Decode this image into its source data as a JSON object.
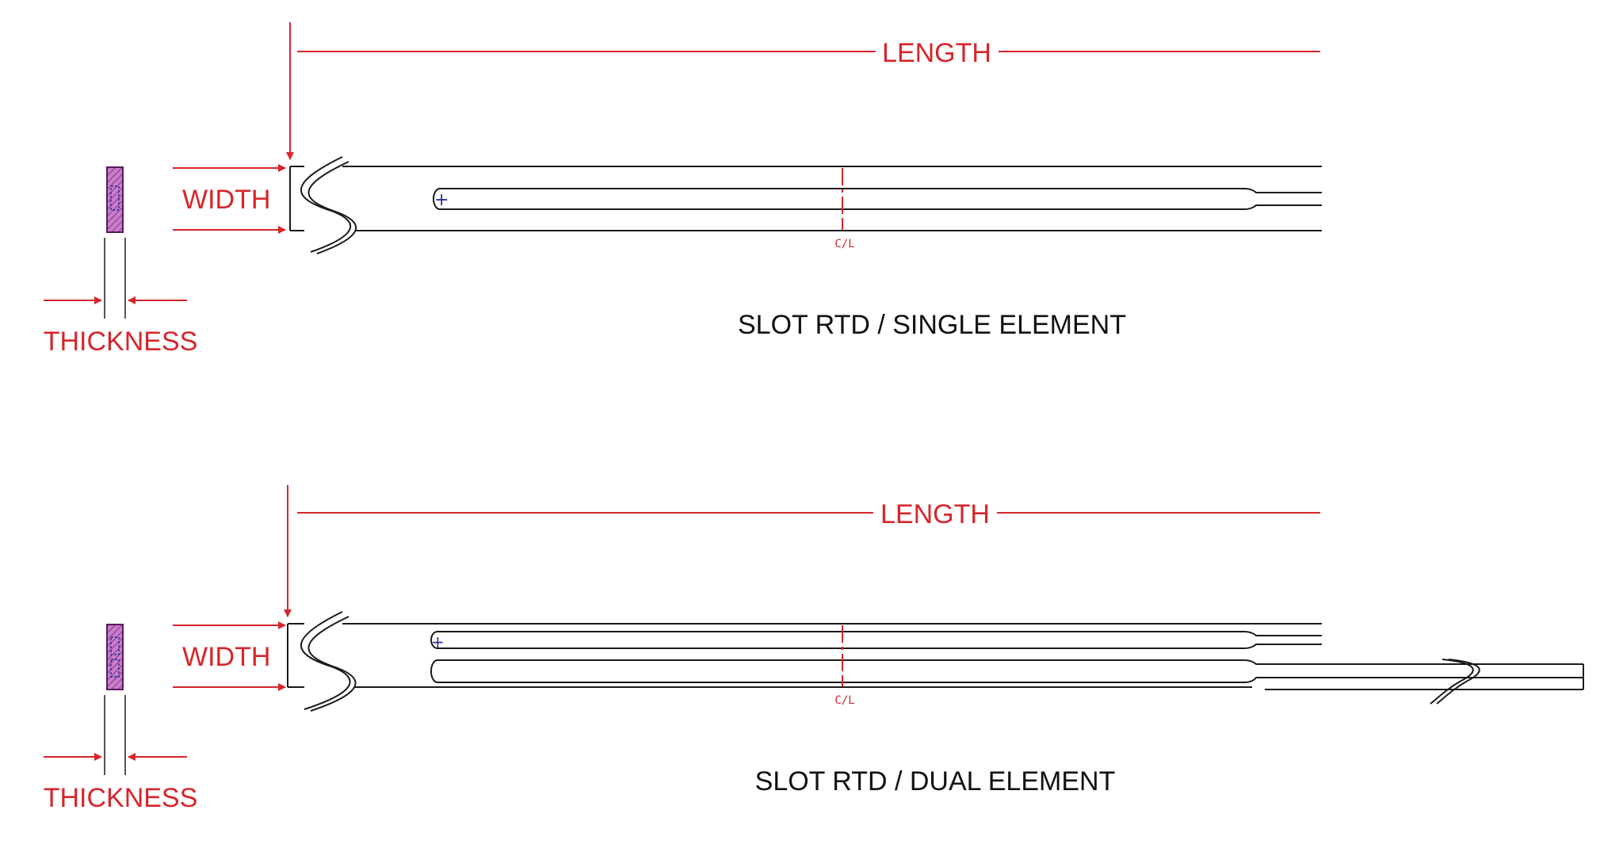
{
  "colors": {
    "dimension": "#d6252b",
    "outline": "#1a1a1a",
    "terminal_mark": "#2b2f8f",
    "section_fill": "#b259b4"
  },
  "single": {
    "length_label": "LENGTH",
    "width_label": "WIDTH",
    "thickness_label": "THICKNESS",
    "centerline_label": "C/L",
    "caption": "SLOT RTD / SINGLE ELEMENT"
  },
  "dual": {
    "length_label": "LENGTH",
    "width_label": "WIDTH",
    "thickness_label": "THICKNESS",
    "centerline_label": "C/L",
    "caption": "SLOT RTD / DUAL ELEMENT"
  }
}
